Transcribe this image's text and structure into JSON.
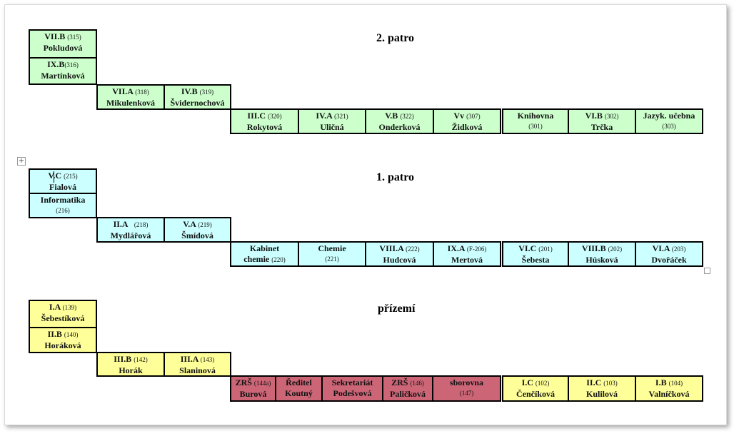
{
  "floors": {
    "second": "2. patro",
    "first": "1. patro",
    "ground": "přízemí"
  },
  "rooms": {
    "r315": {
      "name": "VII.B",
      "num": "(315)",
      "teacher": "Pokludová"
    },
    "r316": {
      "name": "IX.B",
      "num": "(316)",
      "teacher": "Martínková"
    },
    "r318": {
      "name": "VII.A",
      "num": "(318)",
      "teacher": "Mikulenková"
    },
    "r319": {
      "name": "IV.B",
      "num": "(319)",
      "teacher": "Švidernochová"
    },
    "r320": {
      "name": "III.C",
      "num": "(320)",
      "teacher": "Rokytová"
    },
    "r321": {
      "name": "IV.A",
      "num": "(321)",
      "teacher": "Uličná"
    },
    "r322": {
      "name": "V.B",
      "num": "(322)",
      "teacher": "Onderková"
    },
    "r307": {
      "name": "Vv",
      "num": "(307)",
      "teacher": "Židková"
    },
    "r301": {
      "name": "Knihovna",
      "num": "(301)",
      "teacher": ""
    },
    "r302": {
      "name": "VI.B",
      "num": "(302)",
      "teacher": "Trčka"
    },
    "r303": {
      "name": "Jazyk. učebna",
      "num": "(303)",
      "teacher": ""
    },
    "r215": {
      "name": "V.C",
      "num": "(215)",
      "teacher": "Fialová"
    },
    "r216": {
      "name": "Informatika",
      "num": "(216)",
      "teacher": ""
    },
    "r218": {
      "name": "II.A",
      "num": "(218)",
      "teacher": "Mydlářová"
    },
    "r219": {
      "name": "V.A",
      "num": "(219)",
      "teacher": "Šmídová"
    },
    "r220": {
      "name": "Kabinet",
      "num": "(220)",
      "teacher": "chemie"
    },
    "r221": {
      "name": "Chemie",
      "num": "(221)",
      "teacher": ""
    },
    "r222": {
      "name": "VIII.A",
      "num": "(222)",
      "teacher": "Hudcová"
    },
    "rF206": {
      "name": "IX.A",
      "num": "(F-206)",
      "teacher": "Mertová"
    },
    "r201": {
      "name": "VI.C",
      "num": "(201)",
      "teacher": "Šebesta"
    },
    "r202": {
      "name": "VIII.B",
      "num": "(202)",
      "teacher": "Húsková"
    },
    "r203": {
      "name": "VI.A",
      "num": "(203)",
      "teacher": "Dvořáček"
    },
    "r139": {
      "name": "I.A",
      "num": "(139)",
      "teacher": "Šebestíková"
    },
    "r140": {
      "name": "II.B",
      "num": "(140)",
      "teacher": "Horáková"
    },
    "r142": {
      "name": "III.B",
      "num": "(142)",
      "teacher": "Horák"
    },
    "r143": {
      "name": "III.A",
      "num": "(143)",
      "teacher": "Slaninová"
    },
    "r144a": {
      "name": "ZRŠ",
      "num": "(144a)",
      "teacher": "Burová"
    },
    "reditel": {
      "name": "Ředitel",
      "num": "",
      "teacher": "Koutný"
    },
    "sekretariat": {
      "name": "Sekretariát",
      "num": "",
      "teacher": "Podešvová"
    },
    "r146": {
      "name": "ZRŠ",
      "num": "(146)",
      "teacher": "Paličková"
    },
    "r147": {
      "name": "sborovna",
      "num": "(147)",
      "teacher": ""
    },
    "r102": {
      "name": "I.C",
      "num": "(102)",
      "teacher": "Čenčíková"
    },
    "r103": {
      "name": "II.C",
      "num": "(103)",
      "teacher": "Kulilová"
    },
    "r104": {
      "name": "I.B",
      "num": "(104)",
      "teacher": "Valníčková"
    }
  },
  "colors": {
    "second_floor": "#ccffcc",
    "first_floor": "#ccffff",
    "ground_floor": "#ffff99",
    "office": "#cc6677"
  }
}
